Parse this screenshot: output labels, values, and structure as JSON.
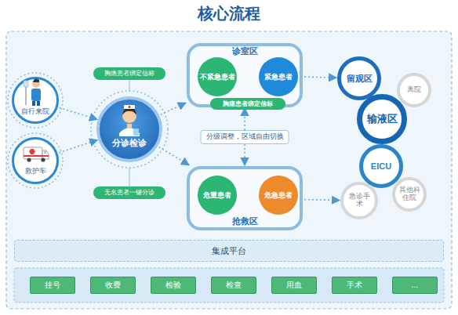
{
  "diagram": {
    "title": "核心流程",
    "nodes": [
      {
        "text": [
          "自行来院"
        ]
      },
      {
        "text": [
          "救护车"
        ]
      },
      {
        "text": [
          "胸痛患者绑定信标"
        ]
      },
      {
        "text": [
          "分诊检诊"
        ]
      },
      {
        "text": [
          "无名患者一键分诊"
        ]
      },
      {
        "text": [
          "诊室区"
        ]
      },
      {
        "text": [
          "不紧急患者"
        ],
        "in": 5
      },
      {
        "text": [
          "紧急患者"
        ],
        "in": 5
      },
      {
        "text": [
          "胸痛患者绑定信标"
        ],
        "in": 5
      },
      {
        "text": [
          "抢救区"
        ]
      },
      {
        "text": [
          "危重患者"
        ],
        "in": 9
      },
      {
        "text": [
          "危急患者"
        ],
        "in": 9
      },
      {
        "text": [
          "留观区"
        ]
      },
      {
        "text": [
          "离院"
        ]
      },
      {
        "text": [
          "输液区"
        ]
      },
      {
        "text": [
          "EICU"
        ]
      },
      {
        "text": [
          "急诊手术"
        ]
      },
      {
        "text": [
          "其他科住院"
        ]
      },
      {
        "text": [
          "集成平台"
        ]
      },
      {
        "text": [
          "挂号"
        ]
      },
      {
        "text": [
          "收费"
        ]
      },
      {
        "text": [
          "检验"
        ]
      },
      {
        "text": [
          "检查"
        ]
      },
      {
        "text": [
          "用血"
        ]
      },
      {
        "text": [
          "手术"
        ]
      },
      {
        "text": [
          "..."
        ]
      }
    ],
    "edges": [
      {
        "from": 0,
        "to": 3,
        "arrow": "to"
      },
      {
        "from": 1,
        "to": 3,
        "arrow": "to"
      },
      {
        "from": 3,
        "to": 5,
        "arrow": "to"
      },
      {
        "from": 3,
        "to": 9,
        "arrow": "to"
      },
      {
        "from": 5,
        "to": 9,
        "label": "分级调整，区域自由切换",
        "arrow": "both"
      },
      {
        "from": 5,
        "to": 12,
        "arrow": "to"
      },
      {
        "from": 9,
        "to": 16,
        "arrow": "to"
      }
    ]
  }
}
